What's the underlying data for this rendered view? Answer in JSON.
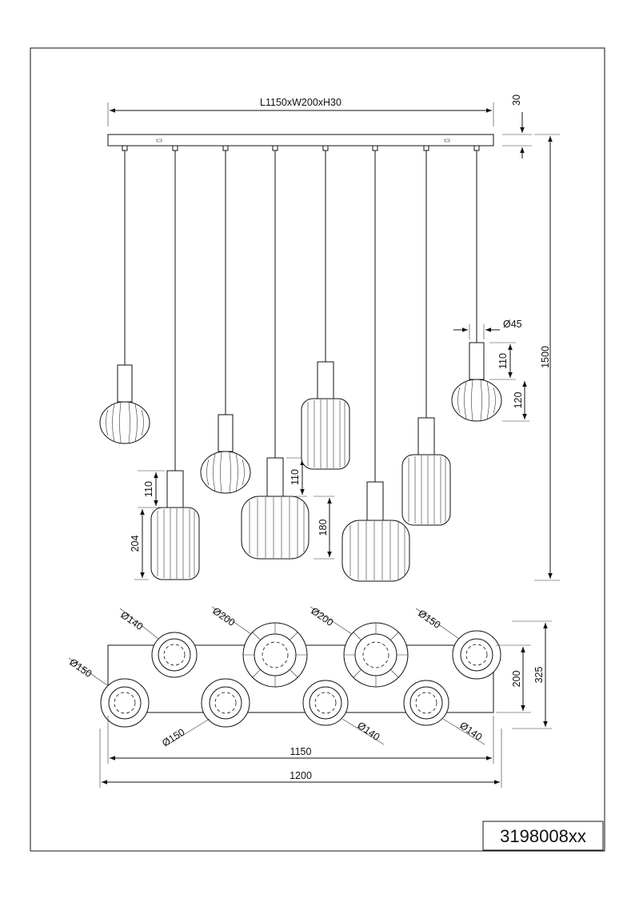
{
  "drawing": {
    "canopy_label": "L1150xW200xH30",
    "canopy_height": "30",
    "total_height": "1500",
    "socket_diameter": "Ø45",
    "socket_height_right": "110",
    "shade_height_right": "120",
    "socket_height_left": "110",
    "shade_height_left": "204",
    "socket_height_center": "110",
    "shade_height_center": "180",
    "plan": {
      "shade_d140_a": "Ø140",
      "shade_d200_a": "Ø200",
      "shade_d200_b": "Ø200",
      "shade_d150_a": "Ø150",
      "shade_d150_b": "Ø150",
      "shade_d150_c": "Ø150",
      "shade_d140_b": "Ø140",
      "shade_d140_c": "Ø140",
      "depth_inner": "200",
      "depth_outer": "325",
      "length_inner": "1150",
      "length_outer": "1200"
    },
    "product_code": "3198008xx"
  }
}
